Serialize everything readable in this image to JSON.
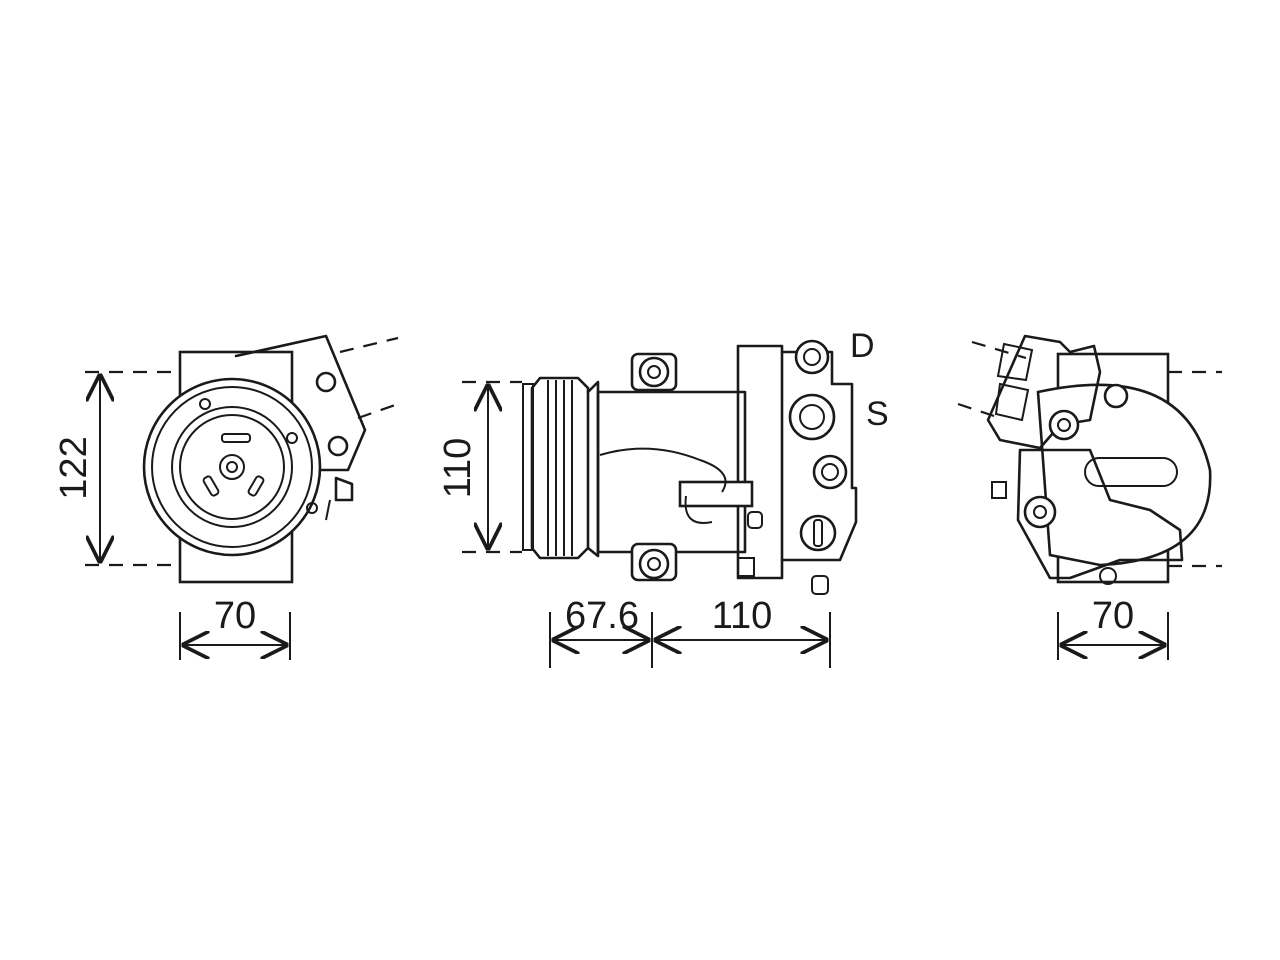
{
  "diagram": {
    "port_labels": {
      "discharge": "D",
      "suction": "S"
    },
    "dimensions": {
      "front_height": "122",
      "front_width": "70",
      "side_height": "110",
      "pulley_length": "67.6",
      "body_length": "110",
      "rear_width": "70"
    }
  }
}
